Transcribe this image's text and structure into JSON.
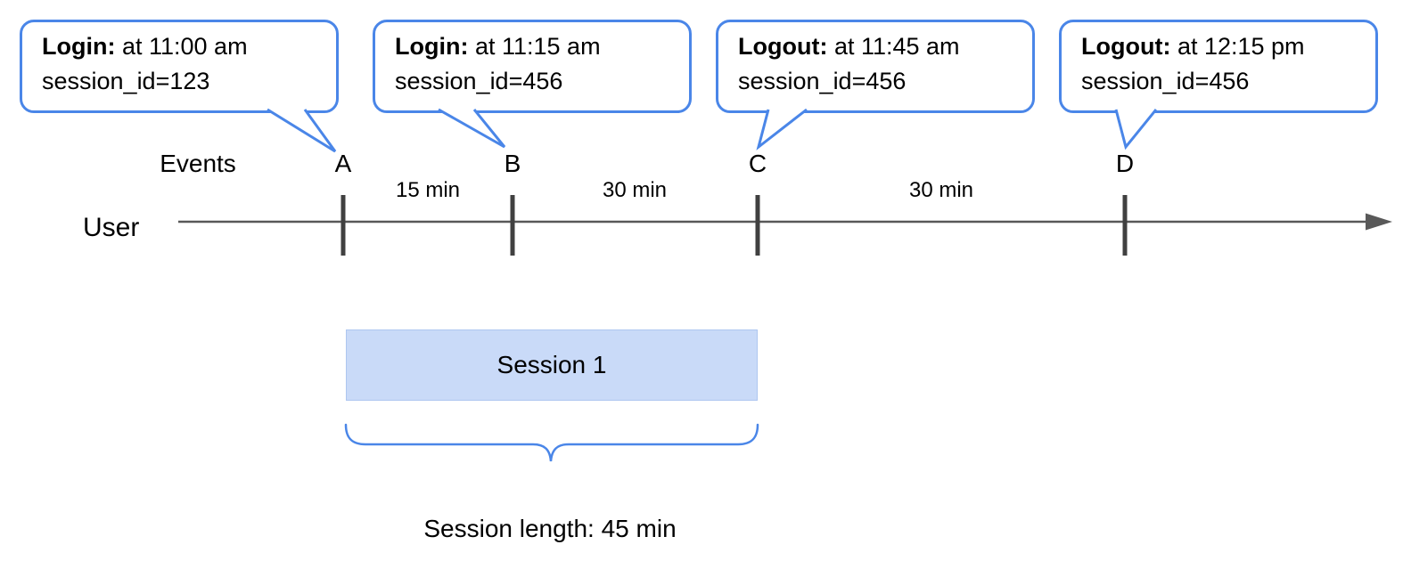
{
  "callouts": [
    {
      "event": "A",
      "bold": "Login:",
      "rest": " at 11:00 am",
      "detail": "session_id=123"
    },
    {
      "event": "B",
      "bold": "Login:",
      "rest": " at 11:15 am",
      "detail": "session_id=456"
    },
    {
      "event": "C",
      "bold": "Logout:",
      "rest": " at 11:45 am",
      "detail": "session_id=456"
    },
    {
      "event": "D",
      "bold": "Logout:",
      "rest": " at 12:15 pm",
      "detail": "session_id=456"
    }
  ],
  "timeline": {
    "events_label": "Events",
    "user_label": "User",
    "events": [
      "A",
      "B",
      "C",
      "D"
    ],
    "intervals": [
      "15 min",
      "30 min",
      "30 min"
    ]
  },
  "session": {
    "label": "Session 1",
    "length_label": "Session length: 45 min"
  },
  "colors": {
    "callout_border_blue": "#4a86e8",
    "brace_blue": "#4a86e8",
    "session_fill_blue": "#c9daf8",
    "timeline_gray": "#595959",
    "tick_gray": "#404040",
    "text_black": "#000000"
  }
}
